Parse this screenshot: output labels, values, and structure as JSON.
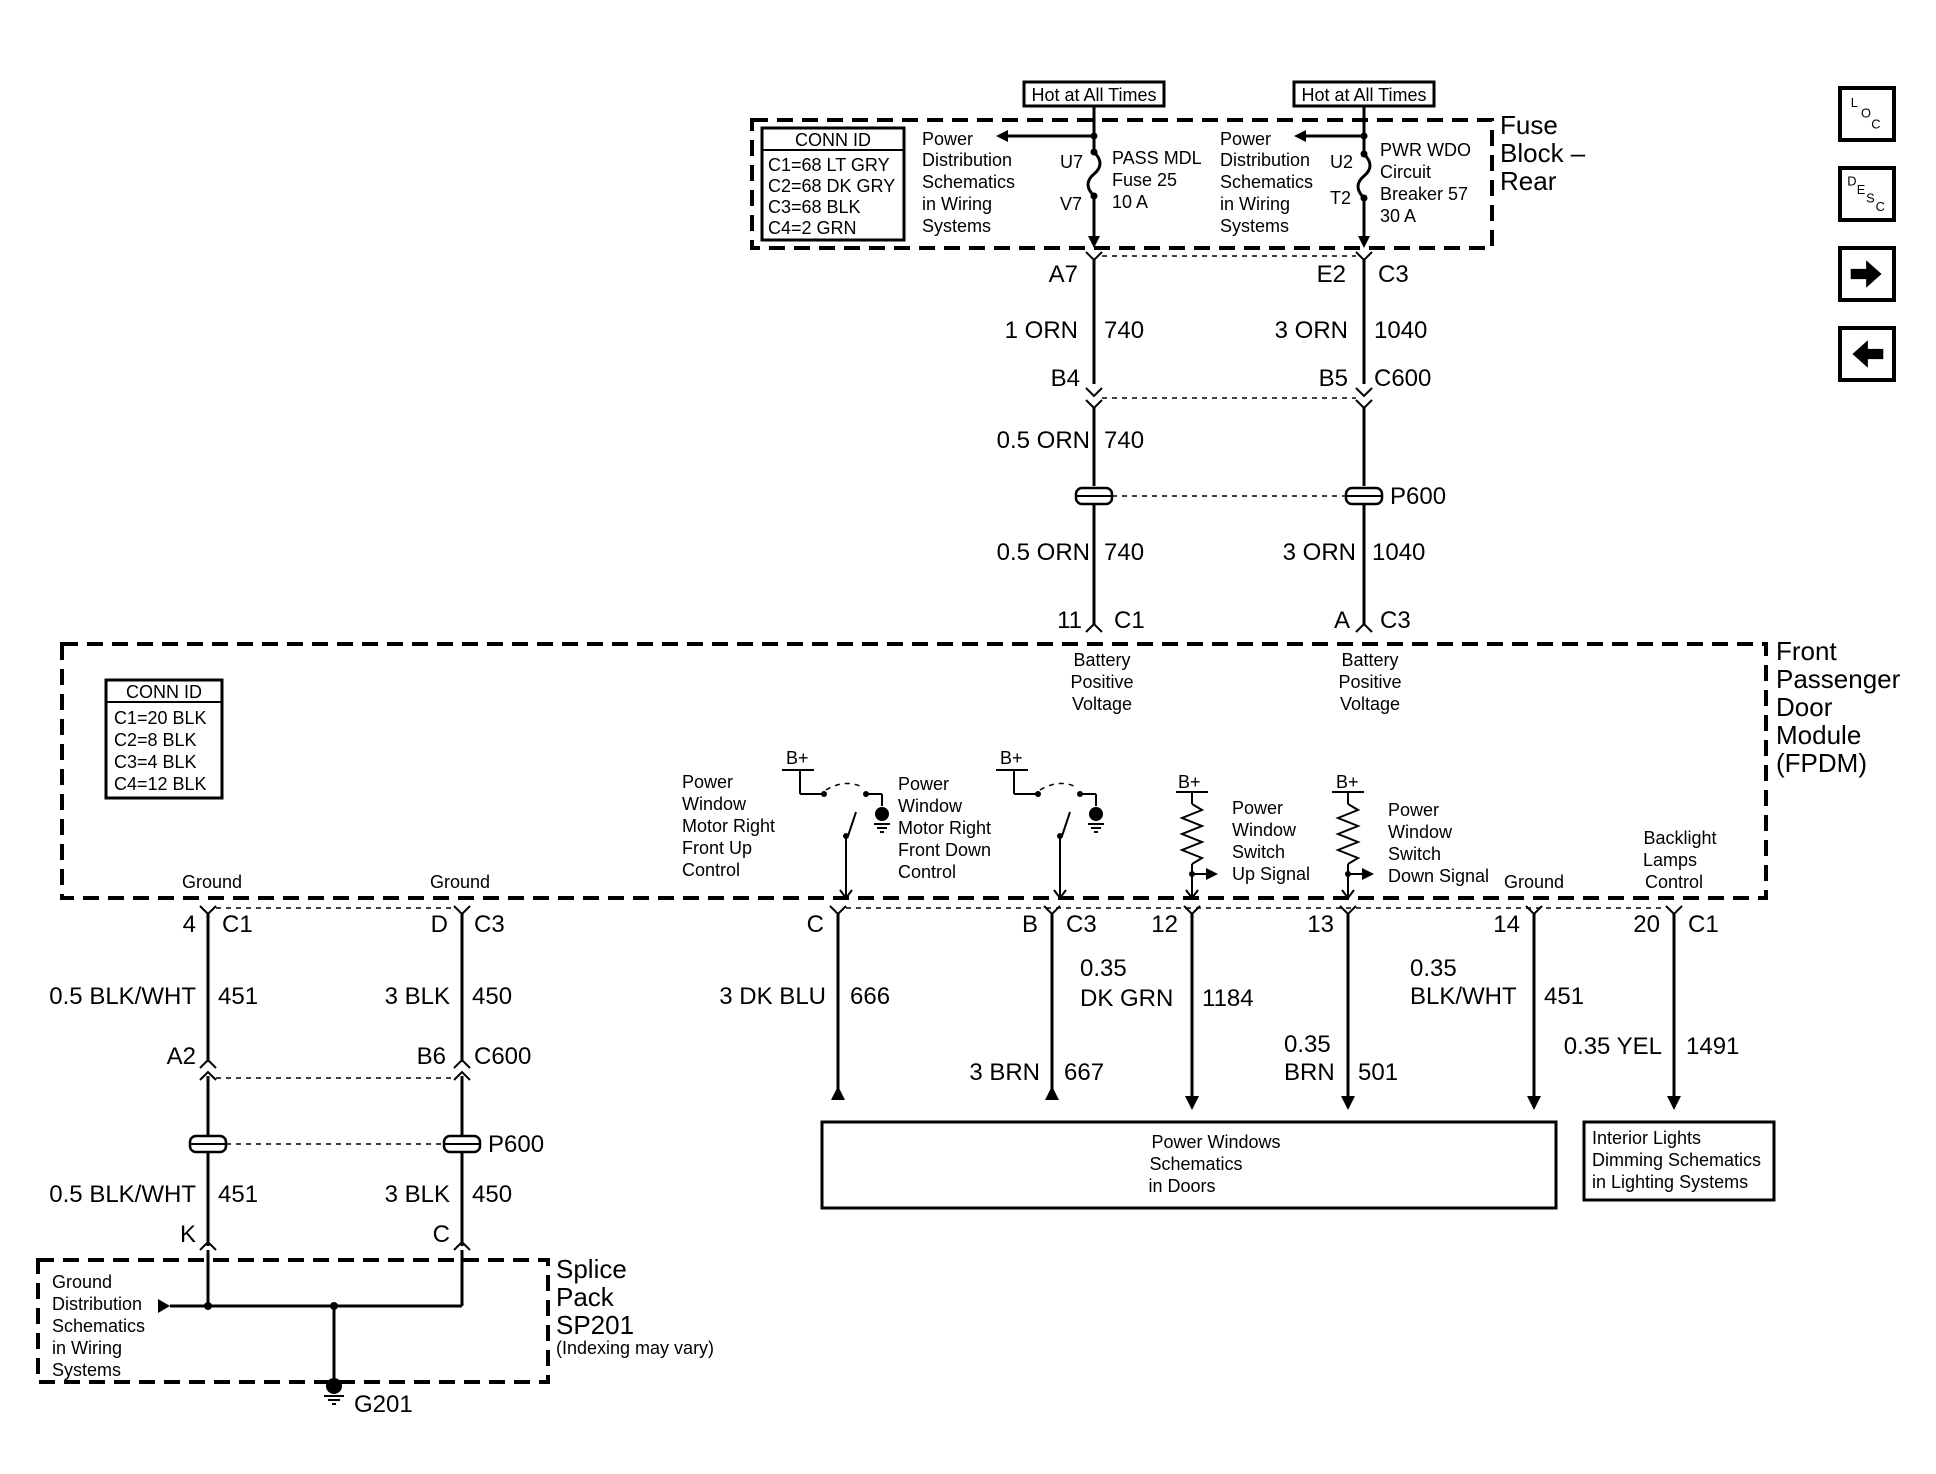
{
  "nav": {
    "loc_label": [
      "L",
      "O",
      "C"
    ],
    "desc_label": [
      "D",
      "E",
      "S",
      "C"
    ]
  },
  "fuse_block": {
    "title": [
      "Fuse",
      "Block –",
      "Rear"
    ],
    "conn_id_header": "CONN ID",
    "conn_id_rows": [
      "C1=68 LT GRY",
      "C2=68 DK GRY",
      "C3=68 BLK",
      "C4=2 GRN"
    ],
    "hot_left": "Hot at All Times",
    "hot_right": "Hot at All Times",
    "pd_left": [
      "Power",
      "Distribution",
      "Schematics",
      "in Wiring",
      "Systems"
    ],
    "pd_right": [
      "Power",
      "Distribution",
      "Schematics",
      "in Wiring",
      "Systems"
    ],
    "fuse_left_in": "U7",
    "fuse_left_out": "V7",
    "fuse_left_desc": [
      "PASS MDL",
      "Fuse 25",
      "10 A"
    ],
    "fuse_right_in": "U2",
    "fuse_right_out": "T2",
    "fuse_right_desc": [
      "PWR WDO",
      "Circuit",
      "Breaker 57",
      "30 A"
    ]
  },
  "top_wiring": {
    "pin_a7": "A7",
    "pin_e2": "E2",
    "conn_c3": "C3",
    "w1_size": "1 ORN",
    "w1_num": "740",
    "w2_size": "3 ORN",
    "w2_num": "1040",
    "pin_b4": "B4",
    "pin_b5": "B5",
    "conn_c600": "C600",
    "w3_size": "0.5 ORN",
    "w3_num": "740",
    "splice_p600": "P600",
    "w4_size": "0.5 ORN",
    "w4_num": "740",
    "w5_size": "3 ORN",
    "w5_num": "1040",
    "pin_11": "11",
    "conn_c1": "C1",
    "pin_a": "A",
    "conn_c3b": "C3"
  },
  "fpdm": {
    "title": [
      "Front",
      "Passenger",
      "Door",
      "Module",
      "(FPDM)"
    ],
    "conn_id_header": "CONN ID",
    "conn_id_rows": [
      "C1=20 BLK",
      "C2=8 BLK",
      "C3=4 BLK",
      "C4=12 BLK"
    ],
    "batt_left": [
      "Battery",
      "Positive",
      "Voltage"
    ],
    "batt_right": [
      "Battery",
      "Positive",
      "Voltage"
    ],
    "bplus": "B+",
    "sw_up_label": [
      "Power",
      "Window",
      "Motor Right",
      "Front Up",
      "Control"
    ],
    "sw_down_label": [
      "Power",
      "Window",
      "Motor Right",
      "Front Down",
      "Control"
    ],
    "sig_up_label": [
      "Power",
      "Window",
      "Switch",
      "Up Signal"
    ],
    "sig_down_label": [
      "Power",
      "Window",
      "Switch",
      "Down Signal"
    ],
    "ground1": "Ground",
    "ground2": "Ground",
    "ground3": "Ground",
    "backlight": [
      "Backlight",
      "Lamps",
      "Control"
    ]
  },
  "bottom_wiring": {
    "p4": "4",
    "c1": "C1",
    "pd": "D",
    "c3": "C3",
    "w451_size": "0.5 BLK/WHT",
    "w451_num": "451",
    "w450_size": "3 BLK",
    "w450_num": "450",
    "a2": "A2",
    "b6": "B6",
    "c600": "C600",
    "p600": "P600",
    "w451b_size": "0.5 BLK/WHT",
    "w451b_num": "451",
    "w450b_size": "3 BLK",
    "w450b_num": "450",
    "pk": "K",
    "pc": "C",
    "pC": "C",
    "pB": "B",
    "c3b": "C3",
    "p12": "12",
    "p13": "13",
    "p14": "14",
    "p20": "20",
    "c1b": "C1",
    "w666_size": "3 DK BLU",
    "w666_num": "666",
    "w667_size": "3 BRN",
    "w667_num": "667",
    "w1184_size": [
      "0.35",
      "DK GRN"
    ],
    "w1184_num": "1184",
    "w501_size": [
      "0.35",
      "BRN"
    ],
    "w501_num": "501",
    "w451c_size": [
      "0.35",
      "BLK/WHT"
    ],
    "w451c_num": "451",
    "w1491_size": "0.35 YEL",
    "w1491_num": "1491",
    "pw_box": [
      "Power Windows",
      "Schematics",
      "in Doors"
    ],
    "il_box": [
      "Interior Lights",
      "Dimming Schematics",
      "in Lighting Systems"
    ]
  },
  "splice": {
    "title": [
      "Splice",
      "Pack",
      "SP201"
    ],
    "note": "(Indexing may vary)",
    "gd_label": [
      "Ground",
      "Distribution",
      "Schematics",
      "in Wiring",
      "Systems"
    ],
    "ground": "G201"
  }
}
